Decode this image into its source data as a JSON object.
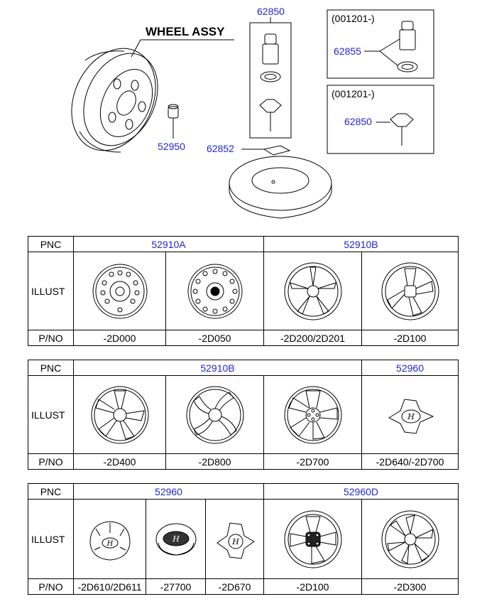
{
  "diagram": {
    "title": "WHEEL ASSY",
    "callouts": {
      "p62850_top": "62850",
      "p52950": "52950",
      "p62852": "62852",
      "p62855": "62855",
      "p62850_box": "62850",
      "range1": "(001201-)",
      "range2": "(001201-)"
    }
  },
  "table1": {
    "pnc_label": "PNC",
    "illust_label": "ILLUST",
    "pno_label": "P/NO",
    "groups": [
      "52910A",
      "52910B"
    ],
    "pnos": [
      "-2D000",
      "-2D050",
      "-2D200/2D201",
      "-2D100"
    ],
    "icons": [
      "steel-wheel-icon",
      "steel-wheel-icon",
      "alloy-wheel-icon",
      "alloy-wheel-icon"
    ]
  },
  "table2": {
    "pnc_label": "PNC",
    "illust_label": "ILLUST",
    "pno_label": "P/NO",
    "groups": [
      "52910B",
      "52960"
    ],
    "pnos": [
      "-2D400",
      "-2D800",
      "-2D700",
      "-2D640/-2D700"
    ],
    "icons": [
      "alloy-wheel-icon",
      "alloy-wheel-icon",
      "alloy-wheel-icon",
      "center-cap-icon"
    ]
  },
  "table3": {
    "pnc_label": "PNC",
    "illust_label": "ILLUST",
    "pno_label": "P/NO",
    "groups": [
      "52960",
      "52960D"
    ],
    "pnos": [
      "-2D610/2D611",
      "-27700",
      "-2D670",
      "-2D100",
      "-2D300"
    ],
    "icons": [
      "hub-cap-icon",
      "emblem-icon",
      "center-cap-icon",
      "alloy-wheel-icon",
      "alloy-wheel-icon"
    ]
  }
}
